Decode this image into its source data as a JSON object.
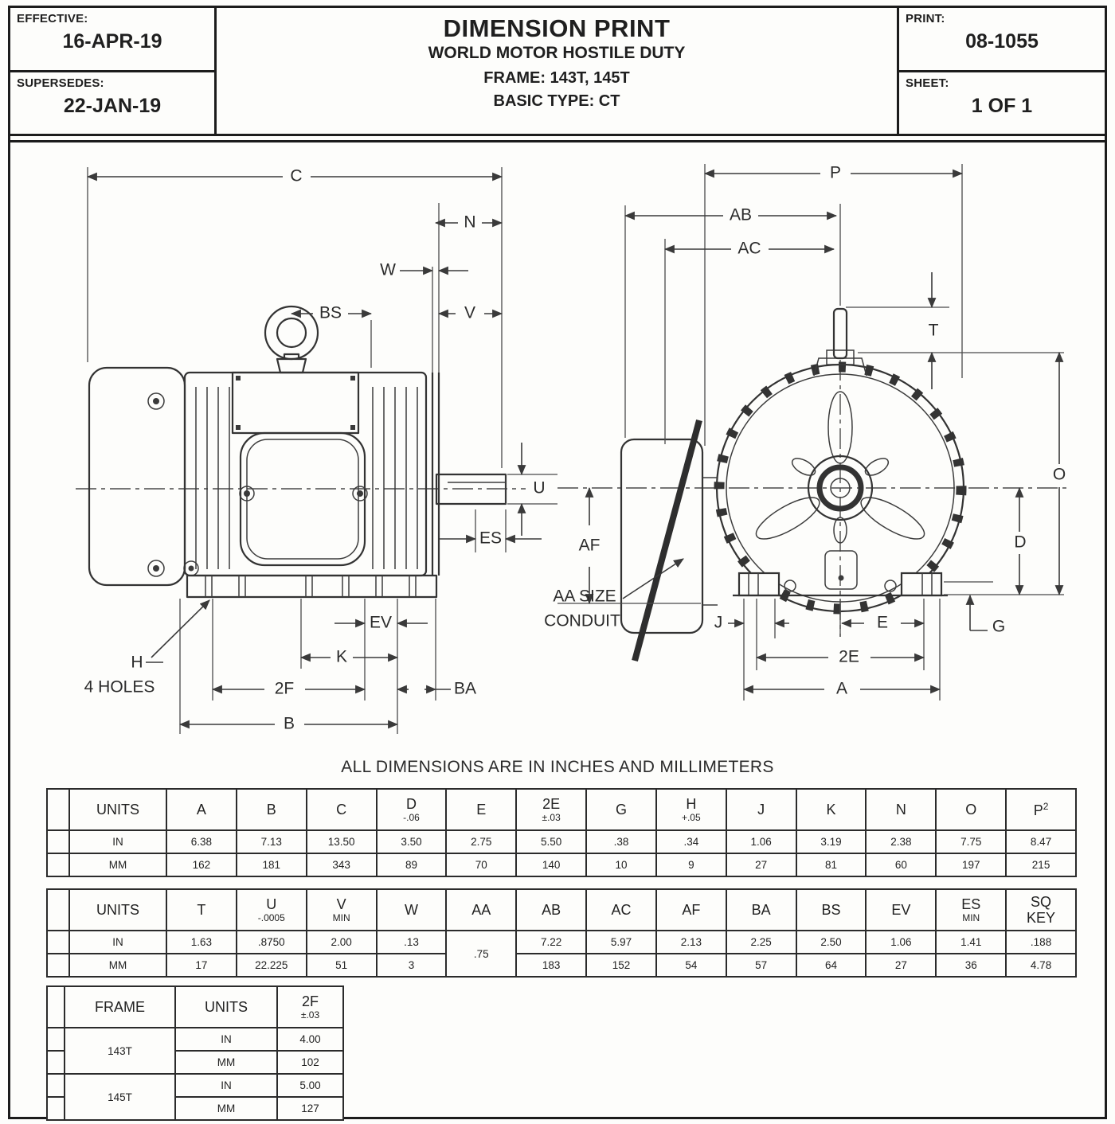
{
  "title_block": {
    "effective_label": "EFFECTIVE:",
    "effective_date": "16-APR-19",
    "supersedes_label": "SUPERSEDES:",
    "supersedes_date": "22-JAN-19",
    "title": "DIMENSION PRINT",
    "subtitle": "WORLD MOTOR HOSTILE DUTY",
    "frame_line": "FRAME: 143T, 145T",
    "basic_type_line": "BASIC TYPE: CT",
    "print_label": "PRINT:",
    "print_number": "08-1055",
    "sheet_label": "SHEET:",
    "sheet_number": "1 OF 1"
  },
  "dimensions_note": "ALL DIMENSIONS ARE IN INCHES AND MILLIMETERS",
  "labels": {
    "C": "C",
    "N": "N",
    "W": "W",
    "BS": "BS",
    "V": "V",
    "U": "U",
    "ES": "ES",
    "EV": "EV",
    "K": "K",
    "F2": "2F",
    "BA": "BA",
    "B": "B",
    "H": "H",
    "HOLES": "4 HOLES",
    "P": "P",
    "AB": "AB",
    "AC": "AC",
    "T": "T",
    "O": "O",
    "D": "D",
    "G": "G",
    "AF": "AF",
    "J": "J",
    "E": "E",
    "E2": "2E",
    "A": "A",
    "AA1": "AA SIZE",
    "AA2": "CONDUIT"
  },
  "table1": {
    "units_header": "UNITS",
    "columns": [
      {
        "label": "A"
      },
      {
        "label": "B"
      },
      {
        "label": "C"
      },
      {
        "label": "D",
        "sub": "-.06"
      },
      {
        "label": "E"
      },
      {
        "label": "2E",
        "sub": "±.03"
      },
      {
        "label": "G"
      },
      {
        "label": "H",
        "sub": "+.05"
      },
      {
        "label": "J"
      },
      {
        "label": "K"
      },
      {
        "label": "N"
      },
      {
        "label": "O"
      },
      {
        "label": "P",
        "sup": "2"
      }
    ],
    "rows": [
      {
        "unit": "IN",
        "values": [
          "6.38",
          "7.13",
          "13.50",
          "3.50",
          "2.75",
          "5.50",
          ".38",
          ".34",
          "1.06",
          "3.19",
          "2.38",
          "7.75",
          "8.47"
        ]
      },
      {
        "unit": "MM",
        "values": [
          "162",
          "181",
          "343",
          "89",
          "70",
          "140",
          "10",
          "9",
          "27",
          "81",
          "60",
          "197",
          "215"
        ]
      }
    ]
  },
  "table2": {
    "units_header": "UNITS",
    "columns": [
      {
        "label": "T"
      },
      {
        "label": "U",
        "sub": "-.0005"
      },
      {
        "label": "V",
        "sub": "MIN"
      },
      {
        "label": "W"
      },
      {
        "label": "AA",
        "span": true
      },
      {
        "label": "AB"
      },
      {
        "label": "AC"
      },
      {
        "label": "AF"
      },
      {
        "label": "BA"
      },
      {
        "label": "BS"
      },
      {
        "label": "EV"
      },
      {
        "label": "ES",
        "sub": "MIN"
      },
      {
        "label": "SQ",
        "line2": "KEY"
      }
    ],
    "span_value": ".75",
    "rows": [
      {
        "unit": "IN",
        "values": [
          "1.63",
          ".8750",
          "2.00",
          ".13",
          null,
          "7.22",
          "5.97",
          "2.13",
          "2.25",
          "2.50",
          "1.06",
          "1.41",
          ".188"
        ]
      },
      {
        "unit": "MM",
        "values": [
          "17",
          "22.225",
          "51",
          "3",
          null,
          "183",
          "152",
          "54",
          "57",
          "64",
          "27",
          "36",
          "4.78"
        ]
      }
    ]
  },
  "frame_table": {
    "frame_header": "FRAME",
    "units_header": "UNITS",
    "dim_header": "2F",
    "dim_sub": "±.03",
    "groups": [
      {
        "frame": "143T",
        "rows": [
          {
            "unit": "IN",
            "value": "4.00"
          },
          {
            "unit": "MM",
            "value": "102"
          }
        ]
      },
      {
        "frame": "145T",
        "rows": [
          {
            "unit": "IN",
            "value": "5.00"
          },
          {
            "unit": "MM",
            "value": "127"
          }
        ]
      }
    ]
  }
}
